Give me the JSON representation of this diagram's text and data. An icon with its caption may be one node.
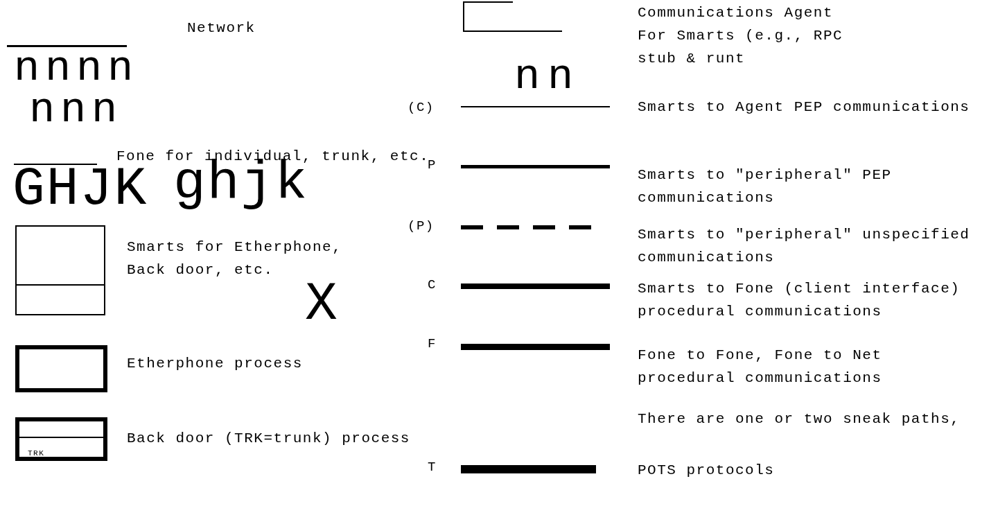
{
  "diagram": {
    "labels": [
      "n",
      "n",
      "n",
      "n",
      "n",
      "n",
      "n",
      "GHJK",
      "ghjk",
      "X",
      "TRK",
      "(C)",
      "n",
      "n",
      "P",
      "(P)",
      "C",
      "F",
      "There are one or two sneak paths,",
      "T"
    ],
    "legend": [
      {
        "text": "Network"
      },
      {
        "text": "Fone for individual, trunk, etc."
      },
      {
        "text": "Smarts for Etherphone, Back door, etc."
      },
      {
        "text": "Etherphone process"
      },
      {
        "text": "Back door (TRK=trunk) process"
      },
      {
        "text": "Communications Agent For Smarts (e.g., RPC stub & runt"
      },
      {
        "text": "Smarts to Agent PEP communications"
      },
      {
        "text": "Smarts to \"peripheral\" PEP communications"
      },
      {
        "text": "Smarts to \"peripheral\" unspecified communications"
      },
      {
        "text": "Smarts to Fone (client interface) procedural communications"
      },
      {
        "text": "Fone to Fone, Fone to Net procedural communications"
      },
      {
        "text": "POTS protocols"
      }
    ]
  }
}
